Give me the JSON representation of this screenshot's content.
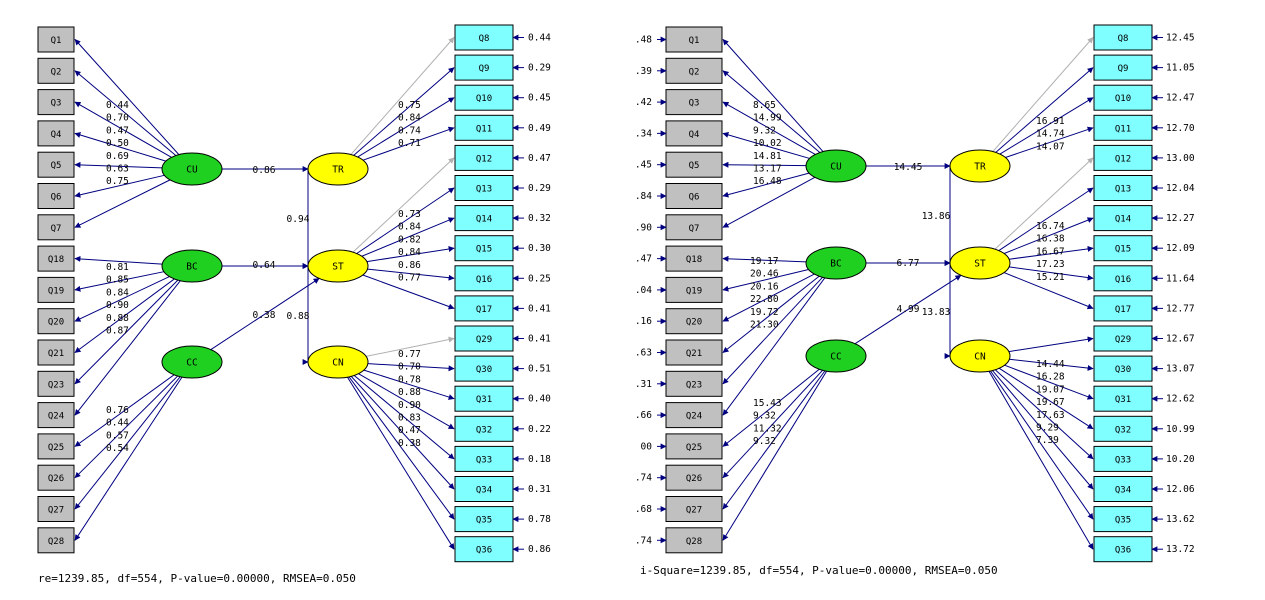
{
  "colors": {
    "observed_left": "#c0c0c0",
    "observed_right": "#7fffff",
    "exogenous_latent": "#20d020",
    "endogenous_latent": "#ffff00",
    "arrow": "#000080",
    "arrow_faded": "#b0b0b0"
  },
  "panels": [
    {
      "left_items": [
        "Q1",
        "Q2",
        "Q3",
        "Q4",
        "Q5",
        "Q6",
        "Q7",
        "Q18",
        "Q19",
        "Q20",
        "Q21",
        "Q23",
        "Q24",
        "Q25",
        "Q26",
        "Q27",
        "Q28"
      ],
      "left_errors": [],
      "right_items": [
        "Q8",
        "Q9",
        "Q10",
        "Q11",
        "Q12",
        "Q13",
        "Q14",
        "Q15",
        "Q16",
        "Q17",
        "Q29",
        "Q30",
        "Q31",
        "Q32",
        "Q33",
        "Q34",
        "Q35",
        "Q36"
      ],
      "right_errors": [
        "0.44",
        "0.29",
        "0.45",
        "0.49",
        "0.47",
        "0.29",
        "0.32",
        "0.30",
        "0.25",
        "0.41",
        "0.41",
        "0.51",
        "0.40",
        "0.22",
        "0.18",
        "0.31",
        "0.78",
        "0.86"
      ],
      "exogenous": [
        {
          "name": "CU",
          "loadings": [
            "0.44",
            "0.70",
            "0.47",
            "0.50",
            "0.69",
            "0.63",
            "0.75"
          ]
        },
        {
          "name": "BC",
          "loadings": [
            "0.81",
            "0.85",
            "0.84",
            "0.90",
            "0.88",
            "0.87"
          ]
        },
        {
          "name": "CC",
          "loadings": [
            "0.76",
            "0.44",
            "0.57",
            "0.54"
          ]
        }
      ],
      "endogenous": [
        {
          "name": "TR",
          "loadings": [
            "0.75",
            "0.84",
            "0.74",
            "0.71"
          ]
        },
        {
          "name": "ST",
          "loadings": [
            "0.73",
            "0.84",
            "0.82",
            "0.84",
            "0.86",
            "0.77"
          ]
        },
        {
          "name": "CN",
          "loadings": [
            "0.77",
            "0.70",
            "0.78",
            "0.88",
            "0.90",
            "0.83",
            "0.47",
            "0.38"
          ]
        }
      ],
      "paths": {
        "CU_TR": "0.86",
        "BC_ST": "0.64",
        "CC_ST": "0.38",
        "TR_ST": "0.94",
        "ST_CN": "0.88"
      },
      "footer": "re=1239.85, df=554, P-value=0.00000, RMSEA=0.050"
    },
    {
      "left_items": [
        "Q1",
        "Q2",
        "Q3",
        "Q4",
        "Q5",
        "Q6",
        "Q7",
        "Q18",
        "Q19",
        "Q20",
        "Q21",
        "Q23",
        "Q24",
        "Q25",
        "Q26",
        "Q27",
        "Q28"
      ],
      "left_errors": [
        ".48",
        ".39",
        ".42",
        ".34",
        ".45",
        ".84",
        ".90",
        ".47",
        ".04",
        ".16",
        ".63",
        ".31",
        ".66",
        "00",
        ".74",
        ".68",
        ".74"
      ],
      "right_items": [
        "Q8",
        "Q9",
        "Q10",
        "Q11",
        "Q12",
        "Q13",
        "Q14",
        "Q15",
        "Q16",
        "Q17",
        "Q29",
        "Q30",
        "Q31",
        "Q32",
        "Q33",
        "Q34",
        "Q35",
        "Q36"
      ],
      "right_errors": [
        "12.45",
        "11.05",
        "12.47",
        "12.70",
        "13.00",
        "12.04",
        "12.27",
        "12.09",
        "11.64",
        "12.77",
        "12.67",
        "13.07",
        "12.62",
        "10.99",
        "10.20",
        "12.06",
        "13.62",
        "13.72"
      ],
      "exogenous": [
        {
          "name": "CU",
          "loadings": [
            "8.65",
            "14.99",
            "9.32",
            "10.02",
            "14.81",
            "13.17",
            "16.48"
          ]
        },
        {
          "name": "BC",
          "loadings": [
            "19.17",
            "20.46",
            "20.16",
            "22.80",
            "19.72",
            "21.30"
          ]
        },
        {
          "name": "CC",
          "loadings": [
            "15.43",
            "9.32",
            "11.32",
            "9.32"
          ]
        }
      ],
      "endogenous": [
        {
          "name": "TR",
          "loadings": [
            "16.91",
            "14.74",
            "14.07"
          ]
        },
        {
          "name": "ST",
          "loadings": [
            "16.74",
            "16.38",
            "16.67",
            "17.23",
            "15.21"
          ]
        },
        {
          "name": "CN",
          "loadings": [
            "14.44",
            "16.28",
            "19.07",
            "19.67",
            "17.63",
            "9.29",
            "7.39"
          ]
        }
      ],
      "paths": {
        "CU_TR": "14.45",
        "BC_ST": "6.77",
        "CC_ST": "4.99",
        "TR_ST": "13.86",
        "ST_CN": "13.83"
      },
      "footer": "i-Square=1239.85, df=554, P-value=0.00000, RMSEA=0.050"
    }
  ]
}
